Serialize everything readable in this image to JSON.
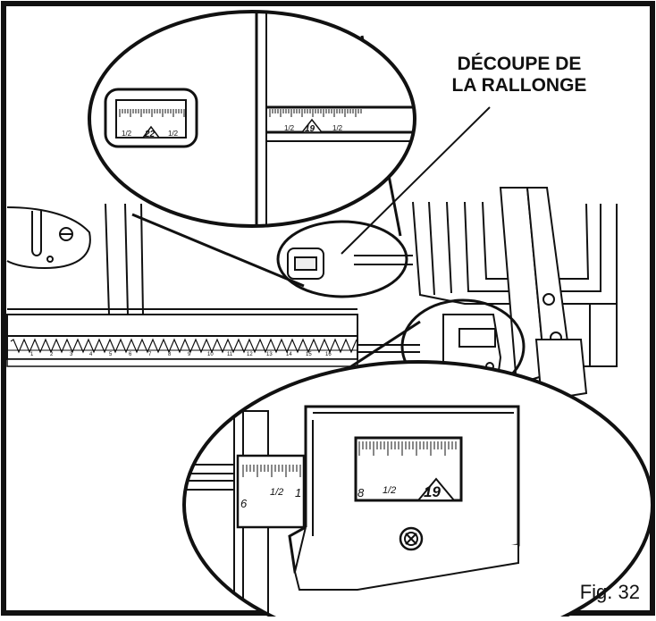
{
  "callout": {
    "line1": "DÉCOUPE DE",
    "line2": "LA RALLONGE"
  },
  "figure_label": "Fig. 32",
  "top_zoom": {
    "window_scale": {
      "left": "1/2",
      "center": "22",
      "right": "1/2"
    },
    "rail_scale": {
      "left": "1/2",
      "center": "19",
      "right": "1/2"
    }
  },
  "main_rail": {
    "ticks": [
      "1",
      "2",
      "3",
      "4",
      "5",
      "6",
      "7",
      "8",
      "9",
      "10",
      "11",
      "12",
      "13",
      "14",
      "15",
      "16"
    ]
  },
  "bottom_zoom": {
    "left_scale": {
      "edge": "6",
      "half": "1/2",
      "next": "1"
    },
    "window_scale": {
      "edge": "8",
      "half": "1/2",
      "center": "19"
    }
  }
}
